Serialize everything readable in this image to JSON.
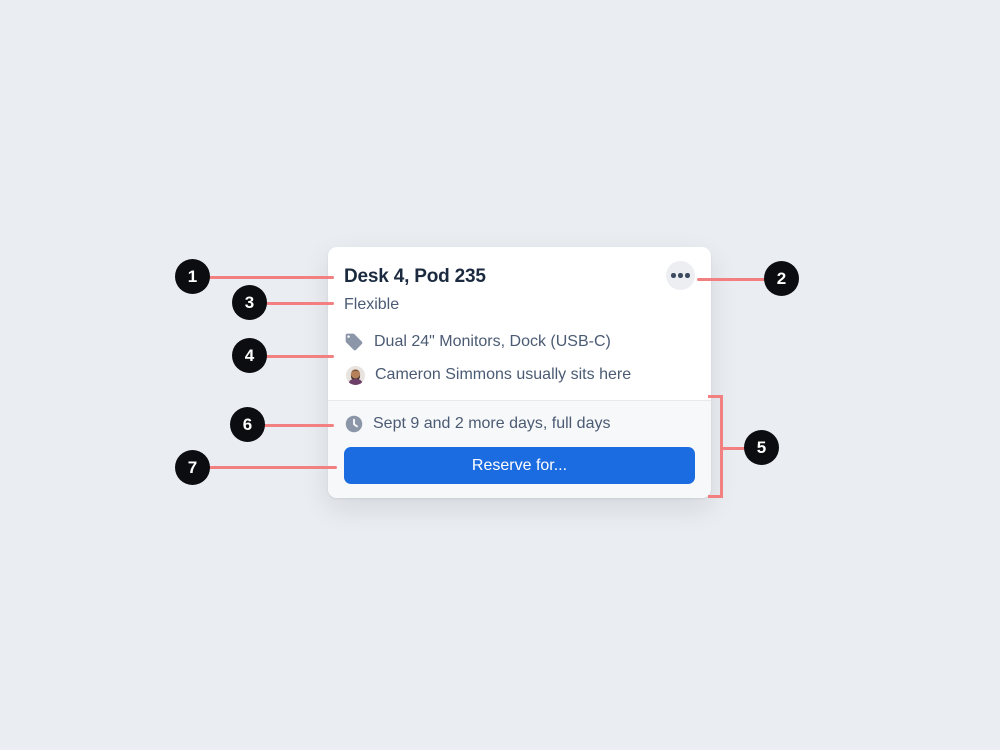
{
  "card": {
    "title": "Desk 4, Pod 235",
    "status": "Flexible",
    "amenities": {
      "icon": "tag-icon",
      "text": "Dual 24\" Monitors, Dock (USB-C)"
    },
    "owner": {
      "icon": "avatar",
      "text": "Cameron Simmons usually sits here"
    },
    "schedule": {
      "icon": "clock-icon",
      "text": "Sept 9 and 2 more days, full days"
    },
    "reserve_button": "Reserve for...",
    "more_menu": {
      "icon": "ellipsis-icon"
    }
  },
  "callouts": [
    {
      "label": "1"
    },
    {
      "label": "2"
    },
    {
      "label": "3"
    },
    {
      "label": "4"
    },
    {
      "label": "5"
    },
    {
      "label": "6"
    },
    {
      "label": "7"
    }
  ],
  "colors": {
    "page_background": "#eaedf1",
    "annotation_line": "#f28080",
    "callout_circle": "#0c0d10",
    "button_blue": "#1b6ce1",
    "title_text": "#1b2a3e",
    "body_text": "#4b5b73",
    "icon_gray": "#8b97a9",
    "footer_background": "#f7f8f9"
  }
}
